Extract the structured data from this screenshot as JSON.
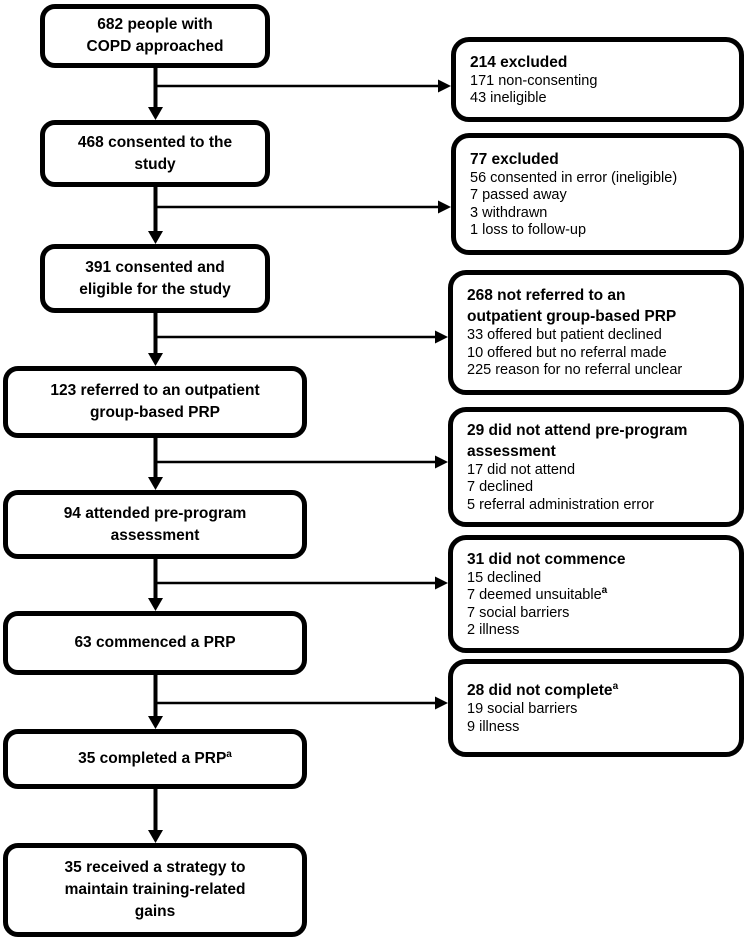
{
  "flowchart": {
    "colors": {
      "stroke": "#000000",
      "box_background": "#ffffff",
      "text": "#000000"
    },
    "main_boxes": [
      {
        "lines": [
          "682 people with",
          "COPD approached"
        ],
        "sup": ""
      },
      {
        "lines": [
          "468 consented to the",
          "study"
        ],
        "sup": ""
      },
      {
        "lines": [
          "391 consented and",
          "eligible for the study"
        ],
        "sup": ""
      },
      {
        "lines": [
          "123 referred to an outpatient",
          "group-based PRP"
        ],
        "sup": ""
      },
      {
        "lines": [
          "94 attended pre-program",
          "assessment"
        ],
        "sup": ""
      },
      {
        "lines": [
          "63 commenced a PRP"
        ],
        "sup": ""
      },
      {
        "lines": [
          "35 completed a PRP"
        ],
        "sup": "a"
      },
      {
        "lines": [
          "35 received a strategy to",
          "maintain training-related",
          "gains"
        ],
        "sup": ""
      }
    ],
    "exclusion_boxes": [
      {
        "title_lines": [
          "214 excluded"
        ],
        "title_sup": "",
        "details": [
          {
            "text": "171 non-consenting",
            "sup": ""
          },
          {
            "text": "43 ineligible",
            "sup": ""
          }
        ]
      },
      {
        "title_lines": [
          "77 excluded"
        ],
        "title_sup": "",
        "details": [
          {
            "text": "56 consented in error (ineligible)",
            "sup": ""
          },
          {
            "text": "7 passed away",
            "sup": ""
          },
          {
            "text": "3 withdrawn",
            "sup": ""
          },
          {
            "text": "1 loss to follow-up",
            "sup": ""
          }
        ]
      },
      {
        "title_lines": [
          "268 not referred to an",
          "outpatient group-based PRP"
        ],
        "title_sup": "",
        "details": [
          {
            "text": "33 offered but patient declined",
            "sup": ""
          },
          {
            "text": "10 offered but no referral made",
            "sup": ""
          },
          {
            "text": "225 reason for no referral unclear",
            "sup": ""
          }
        ]
      },
      {
        "title_lines": [
          "29 did not attend pre-program",
          "assessment"
        ],
        "title_sup": "",
        "details": [
          {
            "text": "17 did not attend",
            "sup": ""
          },
          {
            "text": "7 declined",
            "sup": ""
          },
          {
            "text": "5 referral administration error",
            "sup": ""
          }
        ]
      },
      {
        "title_lines": [
          "31 did not commence"
        ],
        "title_sup": "",
        "details": [
          {
            "text": "15 declined",
            "sup": ""
          },
          {
            "text": "7 deemed unsuitable",
            "sup": "a"
          },
          {
            "text": "7 social barriers",
            "sup": ""
          },
          {
            "text": "2 illness",
            "sup": ""
          }
        ]
      },
      {
        "title_lines": [
          "28 did not complete"
        ],
        "title_sup": "a",
        "details": [
          {
            "text": "19 social barriers",
            "sup": ""
          },
          {
            "text": "9 illness",
            "sup": ""
          }
        ]
      }
    ]
  }
}
